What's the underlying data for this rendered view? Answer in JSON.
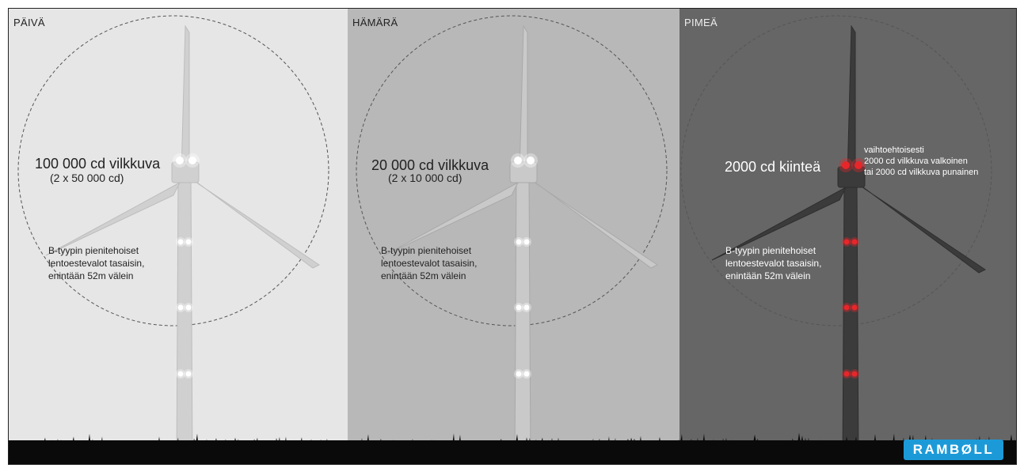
{
  "panels": [
    {
      "title": "PÄIVÄ",
      "bg": "#e6e6e6",
      "turbine_color": "#d0d0d0",
      "turbine_stroke": "#bdbdbd",
      "light_color": "#ffffff",
      "text_color": "#222222",
      "main_label": "100 000 cd vilkkuva",
      "main_sub": "(2 x 50 000 cd)",
      "b_label": [
        "B-tyypin pienitehoiset",
        "lentoestevalot tasaisin,",
        "enintään 52m välein"
      ]
    },
    {
      "title": "HÄMÄRÄ",
      "bg": "#b8b8b8",
      "turbine_color": "#c9c9c9",
      "turbine_stroke": "#a9a9a9",
      "light_color": "#ffffff",
      "text_color": "#222222",
      "main_label": "20 000 cd vilkkuva",
      "main_sub": "(2 x 10 000 cd)",
      "b_label": [
        "B-tyypin pienitehoiset",
        "lentoestevalot tasaisin,",
        "enintään 52m välein"
      ]
    },
    {
      "title": "PIMEÄ",
      "bg": "#666666",
      "turbine_color": "#3b3b3b",
      "turbine_stroke": "#2e2e2e",
      "light_color": "#e8262a",
      "text_color": "#ffffff",
      "main_label": "2000 cd kiinteä",
      "main_sub": "",
      "alt_label": [
        "vaihtoehtoisesti",
        "2000 cd vilkkuva valkoinen",
        "tai 2000 cd vilkkuva punainen"
      ],
      "b_label": [
        "B-tyypin pienitehoiset",
        "lentoestevalot tasaisin,",
        "enintään 52m välein"
      ]
    }
  ],
  "logo": {
    "text": "RAMBØLL",
    "color": "#1c9ad8"
  },
  "ground_color": "#0a0a0a",
  "circle_color": "#555555"
}
